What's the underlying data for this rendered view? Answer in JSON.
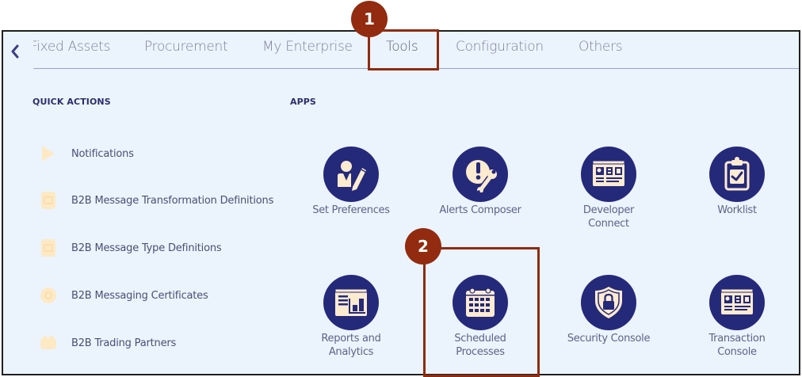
{
  "nav": {
    "back_icon": "chevron-left-icon",
    "tabs": [
      {
        "label": "Fixed Assets",
        "active": false
      },
      {
        "label": "Procurement",
        "active": false
      },
      {
        "label": "My Enterprise",
        "active": false
      },
      {
        "label": "Tools",
        "active": true
      },
      {
        "label": "Configuration",
        "active": false
      },
      {
        "label": "Others",
        "active": false
      }
    ]
  },
  "quick_actions": {
    "title": "QUICK ACTIONS",
    "items": [
      {
        "label": "Notifications",
        "icon": "notification-flag-icon"
      },
      {
        "label": "B2B Message Transformation Definitions",
        "icon": "document-icon"
      },
      {
        "label": "B2B Message Type Definitions",
        "icon": "document-icon"
      },
      {
        "label": "B2B Messaging Certificates",
        "icon": "certificate-gear-icon"
      },
      {
        "label": "B2B Trading Partners",
        "icon": "partners-icon"
      }
    ]
  },
  "apps": {
    "title": "APPS",
    "items": [
      {
        "label": "Set Preferences",
        "icon": "user-edit-icon"
      },
      {
        "label": "Alerts Composer",
        "icon": "alert-wrench-icon"
      },
      {
        "label": "Developer\nConnect",
        "icon": "dashboard-icon"
      },
      {
        "label": "Worklist",
        "icon": "clipboard-check-icon"
      },
      {
        "label": "Reports and\nAnalytics",
        "icon": "report-chart-icon"
      },
      {
        "label": "Scheduled\nProcesses",
        "icon": "calendar-icon"
      },
      {
        "label": "Security Console",
        "icon": "shield-lock-icon"
      },
      {
        "label": "Transaction\nConsole",
        "icon": "dashboard-icon"
      }
    ]
  },
  "callouts": [
    {
      "number": "1",
      "target": "Tools"
    },
    {
      "number": "2",
      "target": "Scheduled Processes"
    }
  ],
  "colors": {
    "panel_bg": "#ebf4fd",
    "app_circle": "#25297a",
    "icon_fill": "#fdebd0",
    "callout": "#922b0f",
    "quick_action_icon": "#fde9c4"
  }
}
